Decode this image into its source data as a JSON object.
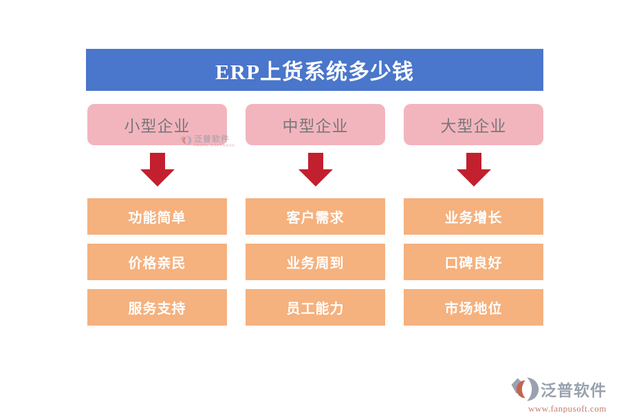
{
  "title": "ERP上货系统多少钱",
  "columns": [
    {
      "id": "small",
      "header": "小型企业",
      "items": [
        "功能简单",
        "价格亲民",
        "服务支持"
      ]
    },
    {
      "id": "medium",
      "header": "中型企业",
      "items": [
        "客户需求",
        "业务周到",
        "员工能力"
      ]
    },
    {
      "id": "large",
      "header": "大型企业",
      "items": [
        "业务增长",
        "口碑良好",
        "市场地位"
      ]
    }
  ],
  "watermark": {
    "brand": "泛普软件",
    "subtext": "FANPU SOFTWARE"
  },
  "footer": {
    "brand": "泛普软件",
    "url": "www.fanpusoft.com"
  },
  "colors": {
    "banner_blue": "#4a76cb",
    "header_pink": "#f3b5bd",
    "header_text_gray": "#77777b",
    "item_orange": "#f5b17e",
    "arrow_red": "#c2202e",
    "logo_gray": "#99a1af",
    "logo_url_red": "#c87a72"
  }
}
